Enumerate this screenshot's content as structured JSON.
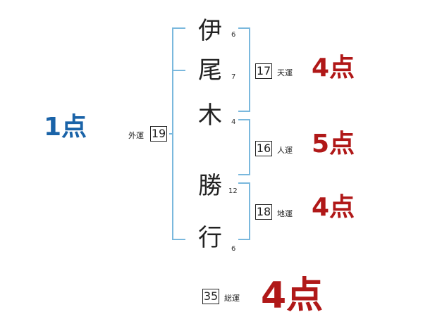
{
  "name_chars": [
    {
      "char": "伊",
      "strokes": "6"
    },
    {
      "char": "尾",
      "strokes": "7"
    },
    {
      "char": "木",
      "strokes": "4"
    },
    {
      "char": "勝",
      "strokes": "12"
    },
    {
      "char": "行",
      "strokes": "6"
    }
  ],
  "gaiun": {
    "value": "19",
    "label": "外運",
    "score": "1点"
  },
  "tenun": {
    "value": "17",
    "label": "天運",
    "score": "4点"
  },
  "jinun": {
    "value": "16",
    "label": "人運",
    "score": "5点"
  },
  "chiun": {
    "value": "18",
    "label": "地運",
    "score": "4点"
  },
  "souun": {
    "value": "35",
    "label": "総運",
    "score": "4点"
  },
  "colors": {
    "bracket": "#7ab8dd",
    "score_red": "#b01818",
    "score_blue": "#1a63a8"
  }
}
